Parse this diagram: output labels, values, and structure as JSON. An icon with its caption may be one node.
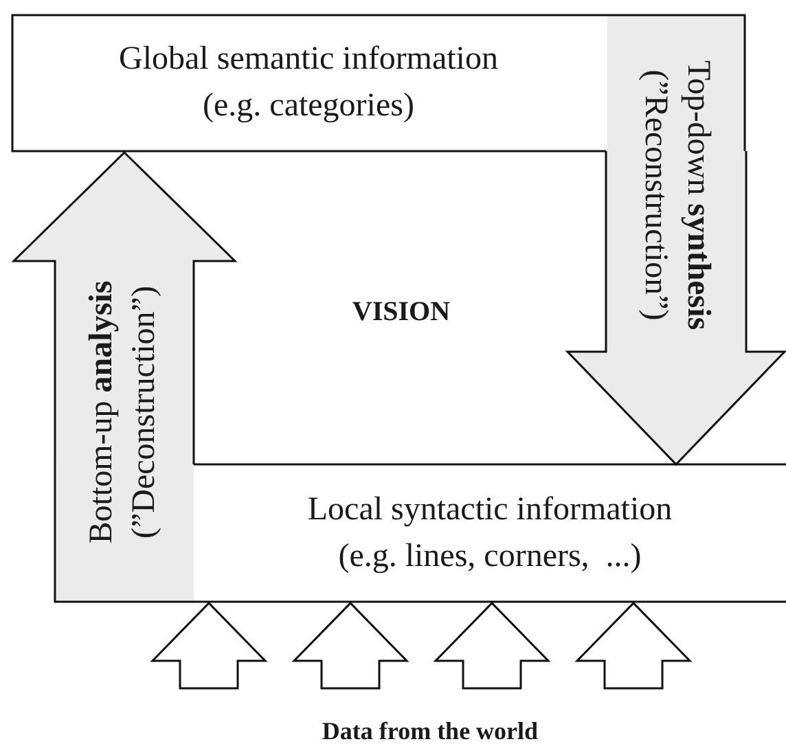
{
  "diagram": {
    "nodes": [
      {
        "text": [
          "Global semantic information",
          "(e.g. categories)"
        ]
      },
      {
        "text": [
          "Local syntactic information",
          "(e.g. lines, corners,  ...)"
        ]
      },
      {
        "text": [
          "Data from the world"
        ]
      }
    ],
    "edges": [
      {
        "from": 0,
        "to": 1,
        "arrow": "to",
        "label": "Top-down **synthesis** (”Reconstruction”)"
      },
      {
        "from": 1,
        "to": 0,
        "arrow": "to",
        "label": "Bottom-up **analysis** (”Deconstruction”)"
      },
      {
        "from": 2,
        "to": 1,
        "arrow": "to"
      },
      {
        "from": 2,
        "to": 1,
        "arrow": "to"
      },
      {
        "from": 2,
        "to": 1,
        "arrow": "to"
      },
      {
        "from": 2,
        "to": 1,
        "arrow": "to"
      }
    ],
    "labels": [
      "VISION"
    ]
  }
}
